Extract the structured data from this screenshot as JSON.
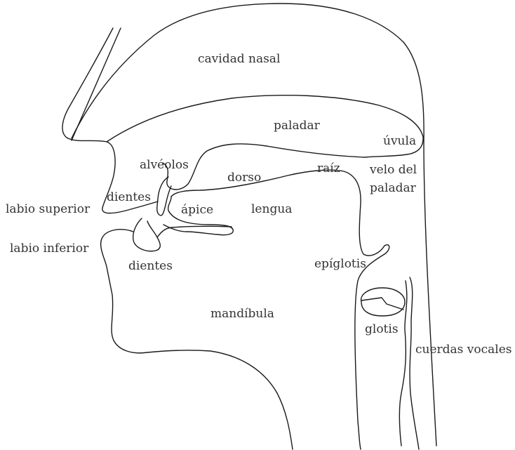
{
  "diagram": {
    "labels": {
      "cavidad_nasal": "cavidad nasal",
      "paladar": "paladar",
      "uvula": "úvula",
      "alveolos": "alvéolos",
      "dorso": "dorso",
      "raiz": "raíz",
      "velo_del_paladar_1": "velo del",
      "velo_del_paladar_2": "paladar",
      "dientes_superiores": "dientes",
      "labio_superior": "labio superior",
      "apice": "ápice",
      "lengua": "lengua",
      "labio_inferior": "labio inferior",
      "dientes_inferiores": "dientes",
      "epiglotis": "epíglotis",
      "mandibula": "mandíbula",
      "glotis": "glotis",
      "cuerdas_vocales": "cuerdas vocales"
    }
  }
}
